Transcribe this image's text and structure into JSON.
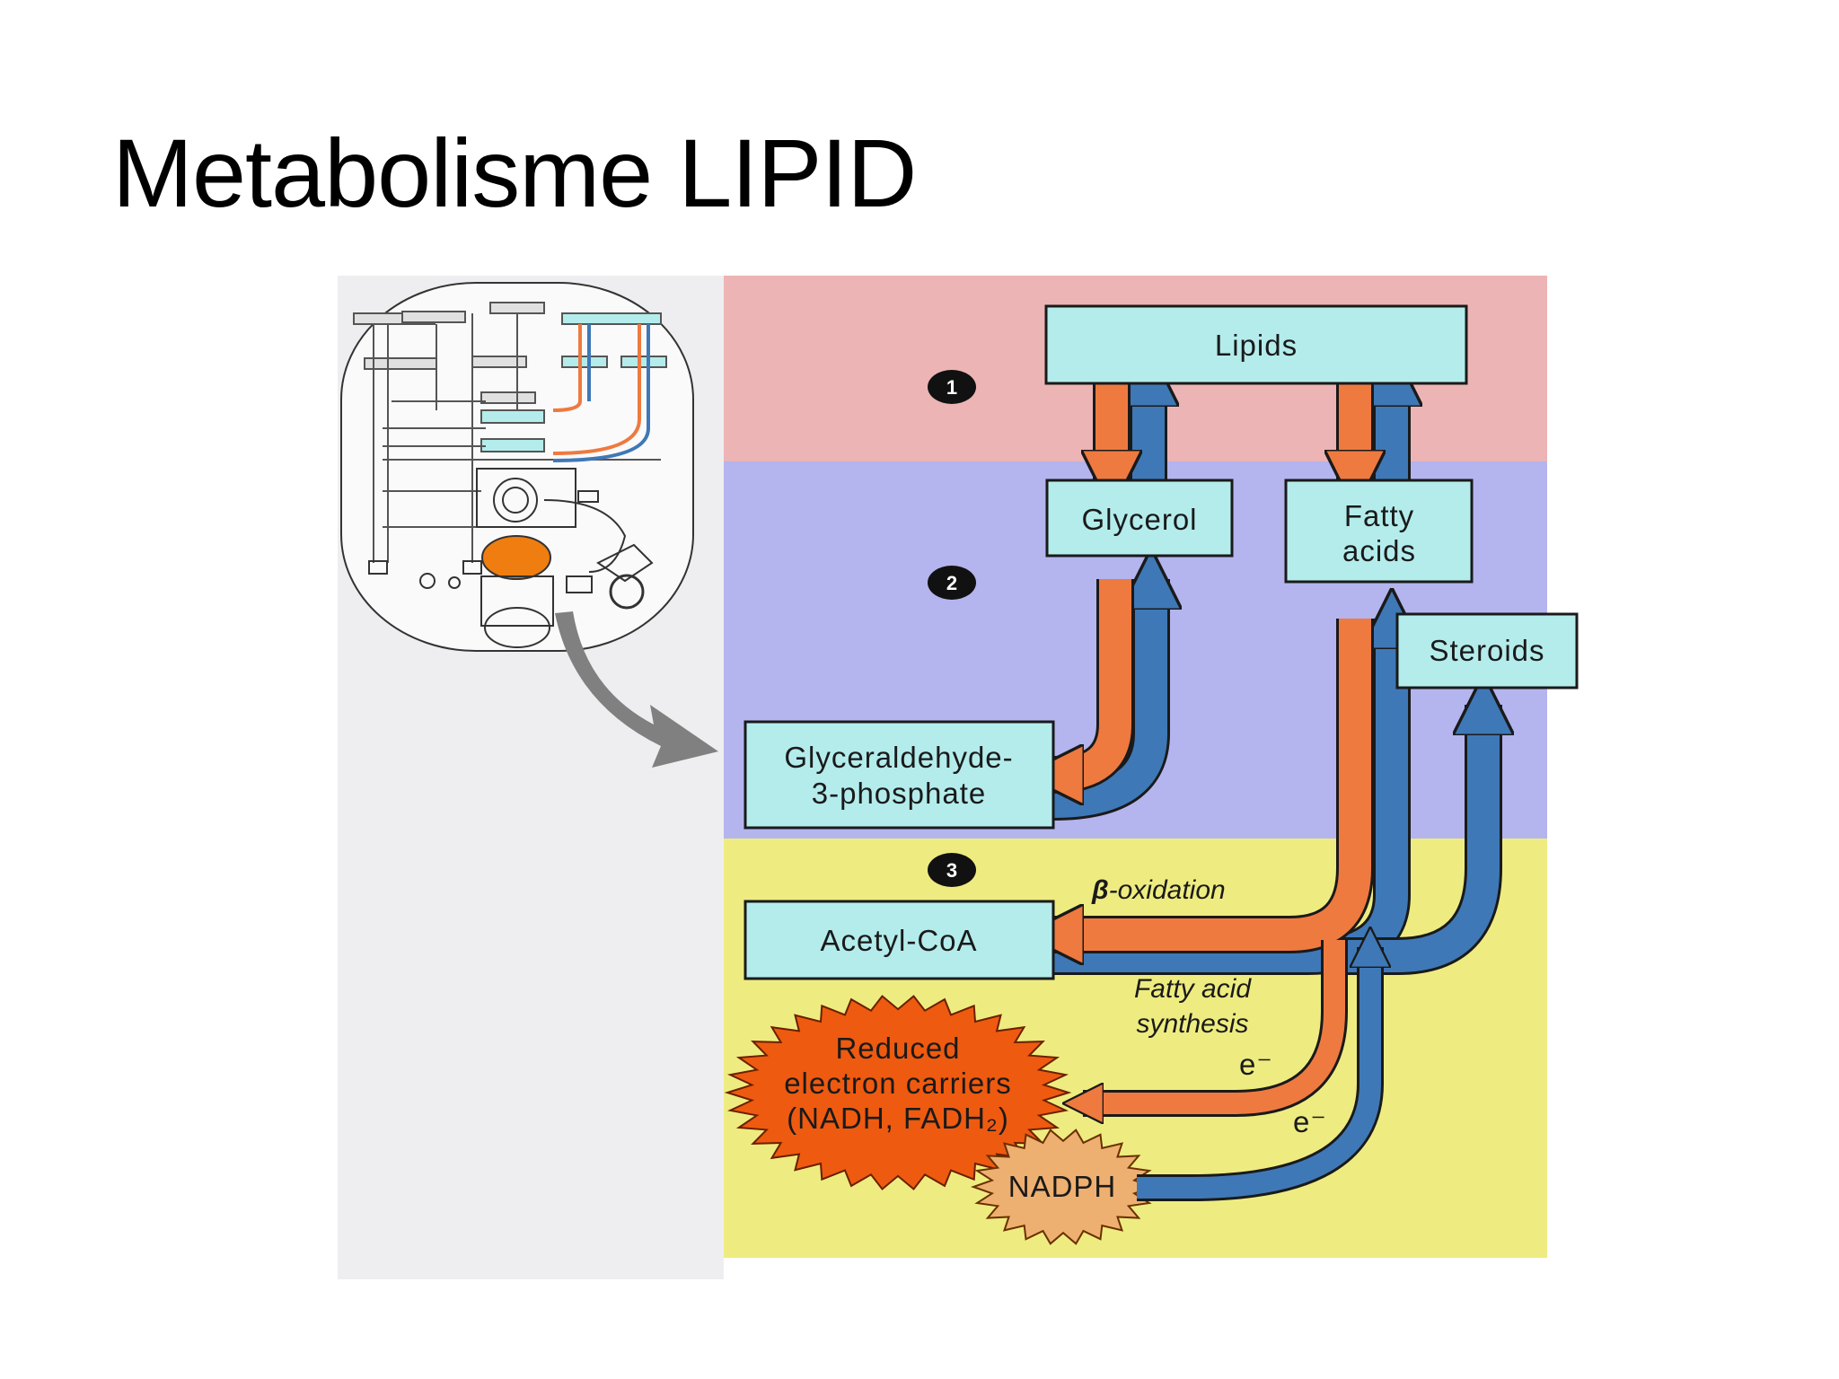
{
  "slide": {
    "title": "Metabolisme LIPID"
  },
  "diagram": {
    "boxes": {
      "lipids": "Lipids",
      "glycerol": "Glycerol",
      "fatty_acids_line1": "Fatty",
      "fatty_acids_line2": "acids",
      "steroids": "Steroids",
      "g3p_line1": "Glyceraldehyde-",
      "g3p_line2": "3-phosphate",
      "acetyl_coa": "Acetyl-CoA"
    },
    "steps": [
      "1",
      "2",
      "3"
    ],
    "labels": {
      "beta_symbol": "β",
      "beta_oxidation": "-oxidation",
      "fa_synthesis_line1": "Fatty acid",
      "fa_synthesis_line2": "synthesis",
      "electron_1": "e⁻",
      "electron_2": "e⁻"
    },
    "carriers": {
      "reduced_line1": "Reduced",
      "reduced_line2": "electron carriers",
      "reduced_line3": "(NADH, FADH₂)",
      "nadph": "NADPH"
    },
    "colors": {
      "zone1": "#ecb4b4",
      "zone2": "#b4b4ee",
      "zone3": "#eeec80",
      "box": "#b4ecec",
      "catabolic_arrow": "#ee7a40",
      "anabolic_arrow": "#3f78b6",
      "reduced_burst": "#ee5a10",
      "nadph_burst": "#eeb070"
    }
  }
}
